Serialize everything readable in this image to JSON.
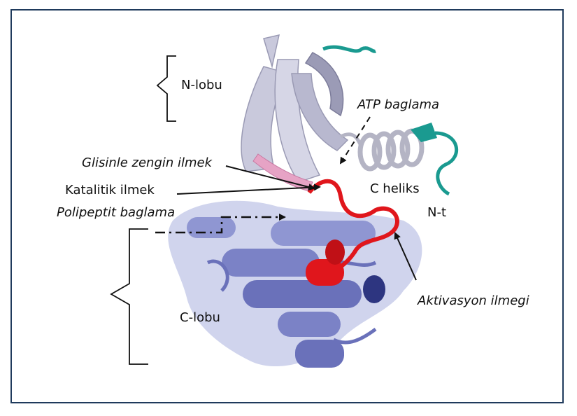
{
  "labels": {
    "n_lobe": "N-lobu",
    "atp_binding": "ATP baglama",
    "glycine_loop": "Glisinle zengin ilmek",
    "catalytic_loop": "Katalitik ilmek",
    "c_helix": "C heliks",
    "polypeptide_binding": "Polipeptit baglama",
    "n_terminus": "N-t",
    "activation_loop": "Aktivasyon ilmegi",
    "c_lobe": "C-lobu"
  },
  "colors": {
    "frame": "#1f3a5c",
    "n_lobe": "#c9c9dc",
    "c_lobe": "#7b82c6",
    "glycine_loop": "#e6a3c5",
    "activation_loop": "#e0161c",
    "n_terminus": "#1a9a90",
    "c_helix": "#b4b4c4",
    "text": "#111111"
  }
}
